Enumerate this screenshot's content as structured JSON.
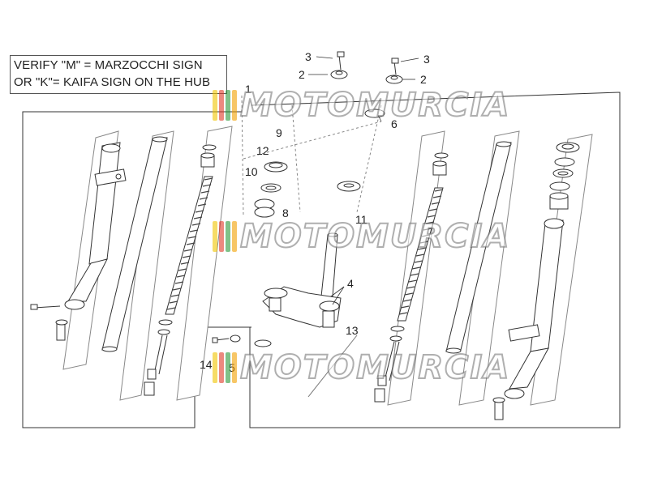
{
  "note": {
    "line1": "VERIFY \"M\" = MARZOCCHI SIGN",
    "line2": "OR \"K\"= KAIFA SIGN ON THE HUB"
  },
  "callouts": {
    "c1": "1",
    "c2a": "2",
    "c2b": "2",
    "c3a": "3",
    "c3b": "3",
    "c4": "4",
    "c5": "5",
    "c6": "6",
    "c8": "8",
    "c9": "9",
    "c10": "10",
    "c11": "11",
    "c12": "12",
    "c13": "13",
    "c14": "14"
  },
  "watermark": {
    "text": "MOTOMURCIA",
    "flag_colors": [
      "#f0c400",
      "#e03a2a",
      "#2a9a3a",
      "#f2a000"
    ]
  },
  "colors": {
    "line": "#333333",
    "thin": "#777777"
  }
}
